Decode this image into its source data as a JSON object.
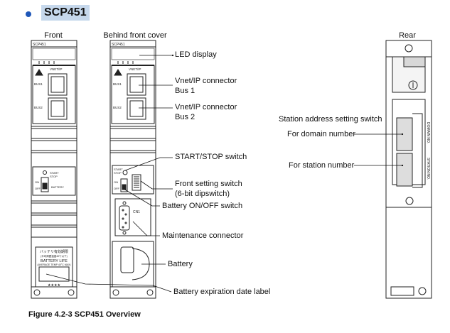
{
  "heading": "SCP451",
  "accent_color": "#1f57b8",
  "heading_bg": "#c6d8ec",
  "views": {
    "front": "Front",
    "behind_cover": "Behind front cover",
    "rear": "Rear"
  },
  "module": {
    "model_label": "SCP451",
    "vnet_label": "VNET/IP",
    "bus1": "BUS1",
    "bus2": "BUS2",
    "start": "START",
    "stop": "STOP",
    "on": "ON",
    "off": "OFF",
    "battery": "BATTERY",
    "cn1": "CN1",
    "battery_jp": "バッテリ有効期限",
    "battery_jp_sub": "(平均周囲温度40℃以下)",
    "battery_life": "BATTERY LIFE",
    "battery_life_sub": "(AVERAGE TEMP 40°C MAX)",
    "stars": "★★★★",
    "domain_no": "DOMAIN NO.",
    "station_no": "STATION NO."
  },
  "callouts": {
    "led_display": "LED display",
    "vnet_bus1_line1": "Vnet/IP connector",
    "vnet_bus1_line2": "Bus 1",
    "vnet_bus2_line1": "Vnet/IP connector",
    "vnet_bus2_line2": "Bus 2",
    "start_stop": "START/STOP switch",
    "front_setting_line1": "Front setting switch",
    "front_setting_line2": "(6-bit dipswitch)",
    "battery_switch": "Battery ON/OFF switch",
    "maintenance": "Maintenance connector",
    "battery": "Battery",
    "battery_label": "Battery expiration date label",
    "station_address": "Station address setting switch",
    "domain_number": "For domain number",
    "station_number": "For station number"
  },
  "caption": "Figure 4.2-3 SCP451 Overview"
}
